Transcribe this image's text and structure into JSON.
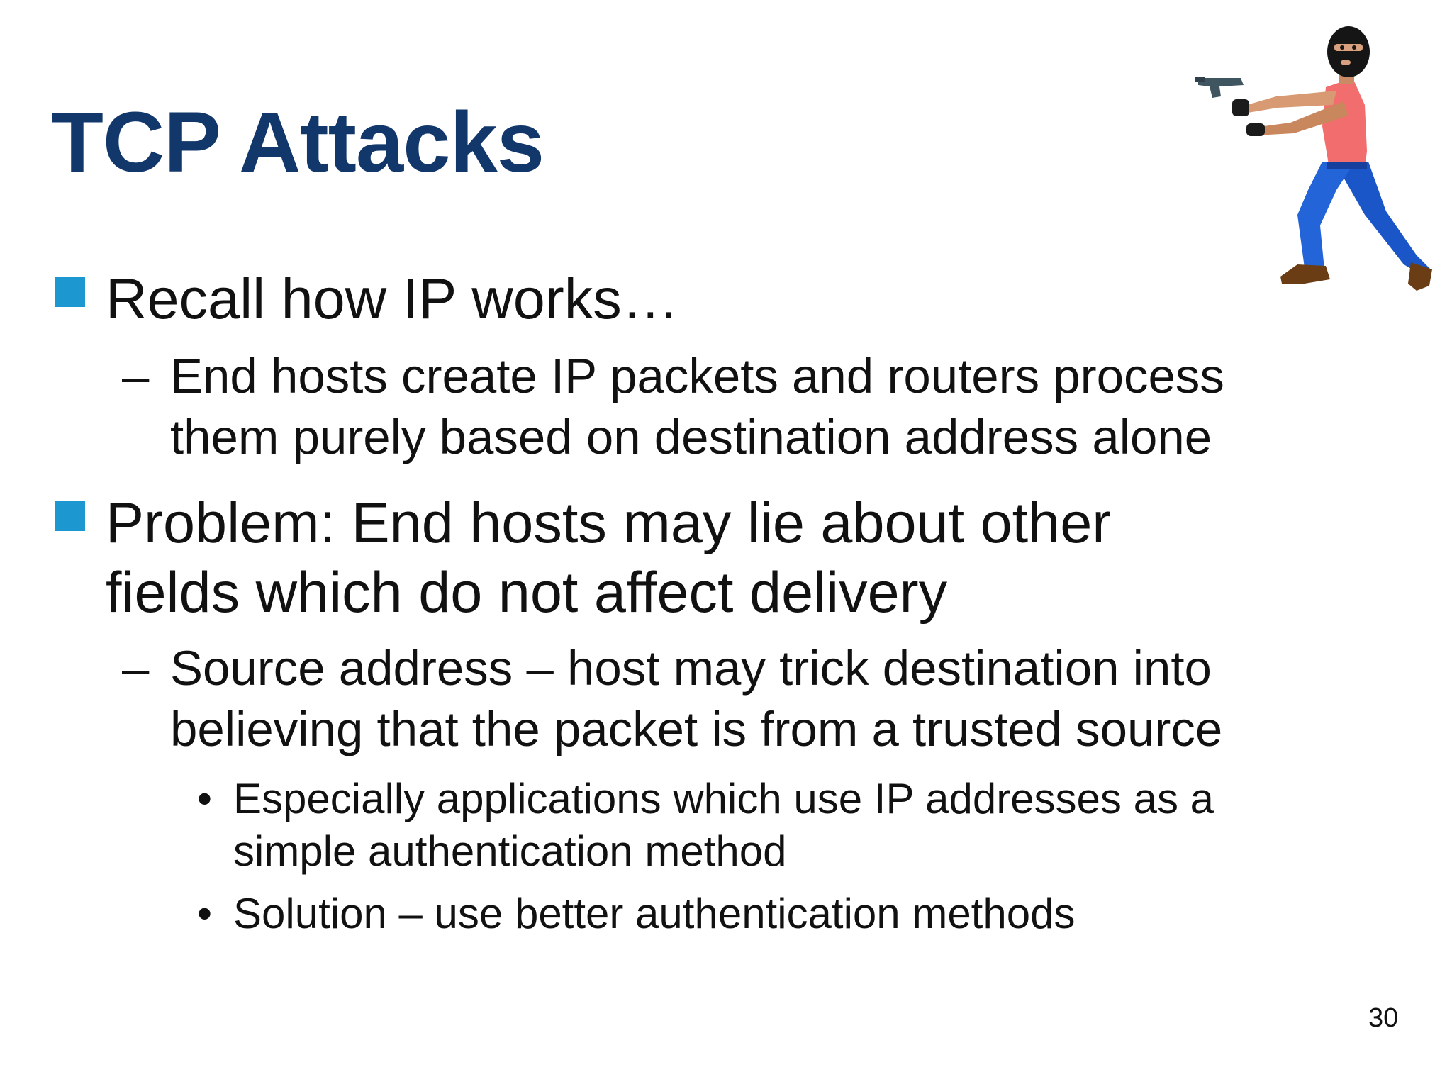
{
  "slide": {
    "title": "TCP Attacks",
    "page_number": "30",
    "illustration_icon": "masked-robber-with-gun-icon",
    "colors": {
      "title": "#12376b",
      "bullet_square": "#1c97d0",
      "body_text": "#111111"
    },
    "bullets": [
      {
        "text": "Recall how IP works…",
        "sub": [
          {
            "marker": "–",
            "lines": [
              "End hosts create IP packets and routers process",
              "them purely based on destination address alone"
            ]
          }
        ]
      },
      {
        "lines": [
          "Problem: End hosts may lie about other",
          "fields which do not affect delivery"
        ],
        "sub": [
          {
            "marker": "–",
            "lines": [
              "Source address – host may trick destination into",
              "believing that the packet is from a trusted source"
            ],
            "sub": [
              {
                "marker": "•",
                "lines": [
                  "Especially applications which use IP addresses as a",
                  "simple authentication method"
                ]
              },
              {
                "marker": "•",
                "lines": [
                  "Solution – use better authentication methods"
                ]
              }
            ]
          }
        ]
      }
    ]
  }
}
